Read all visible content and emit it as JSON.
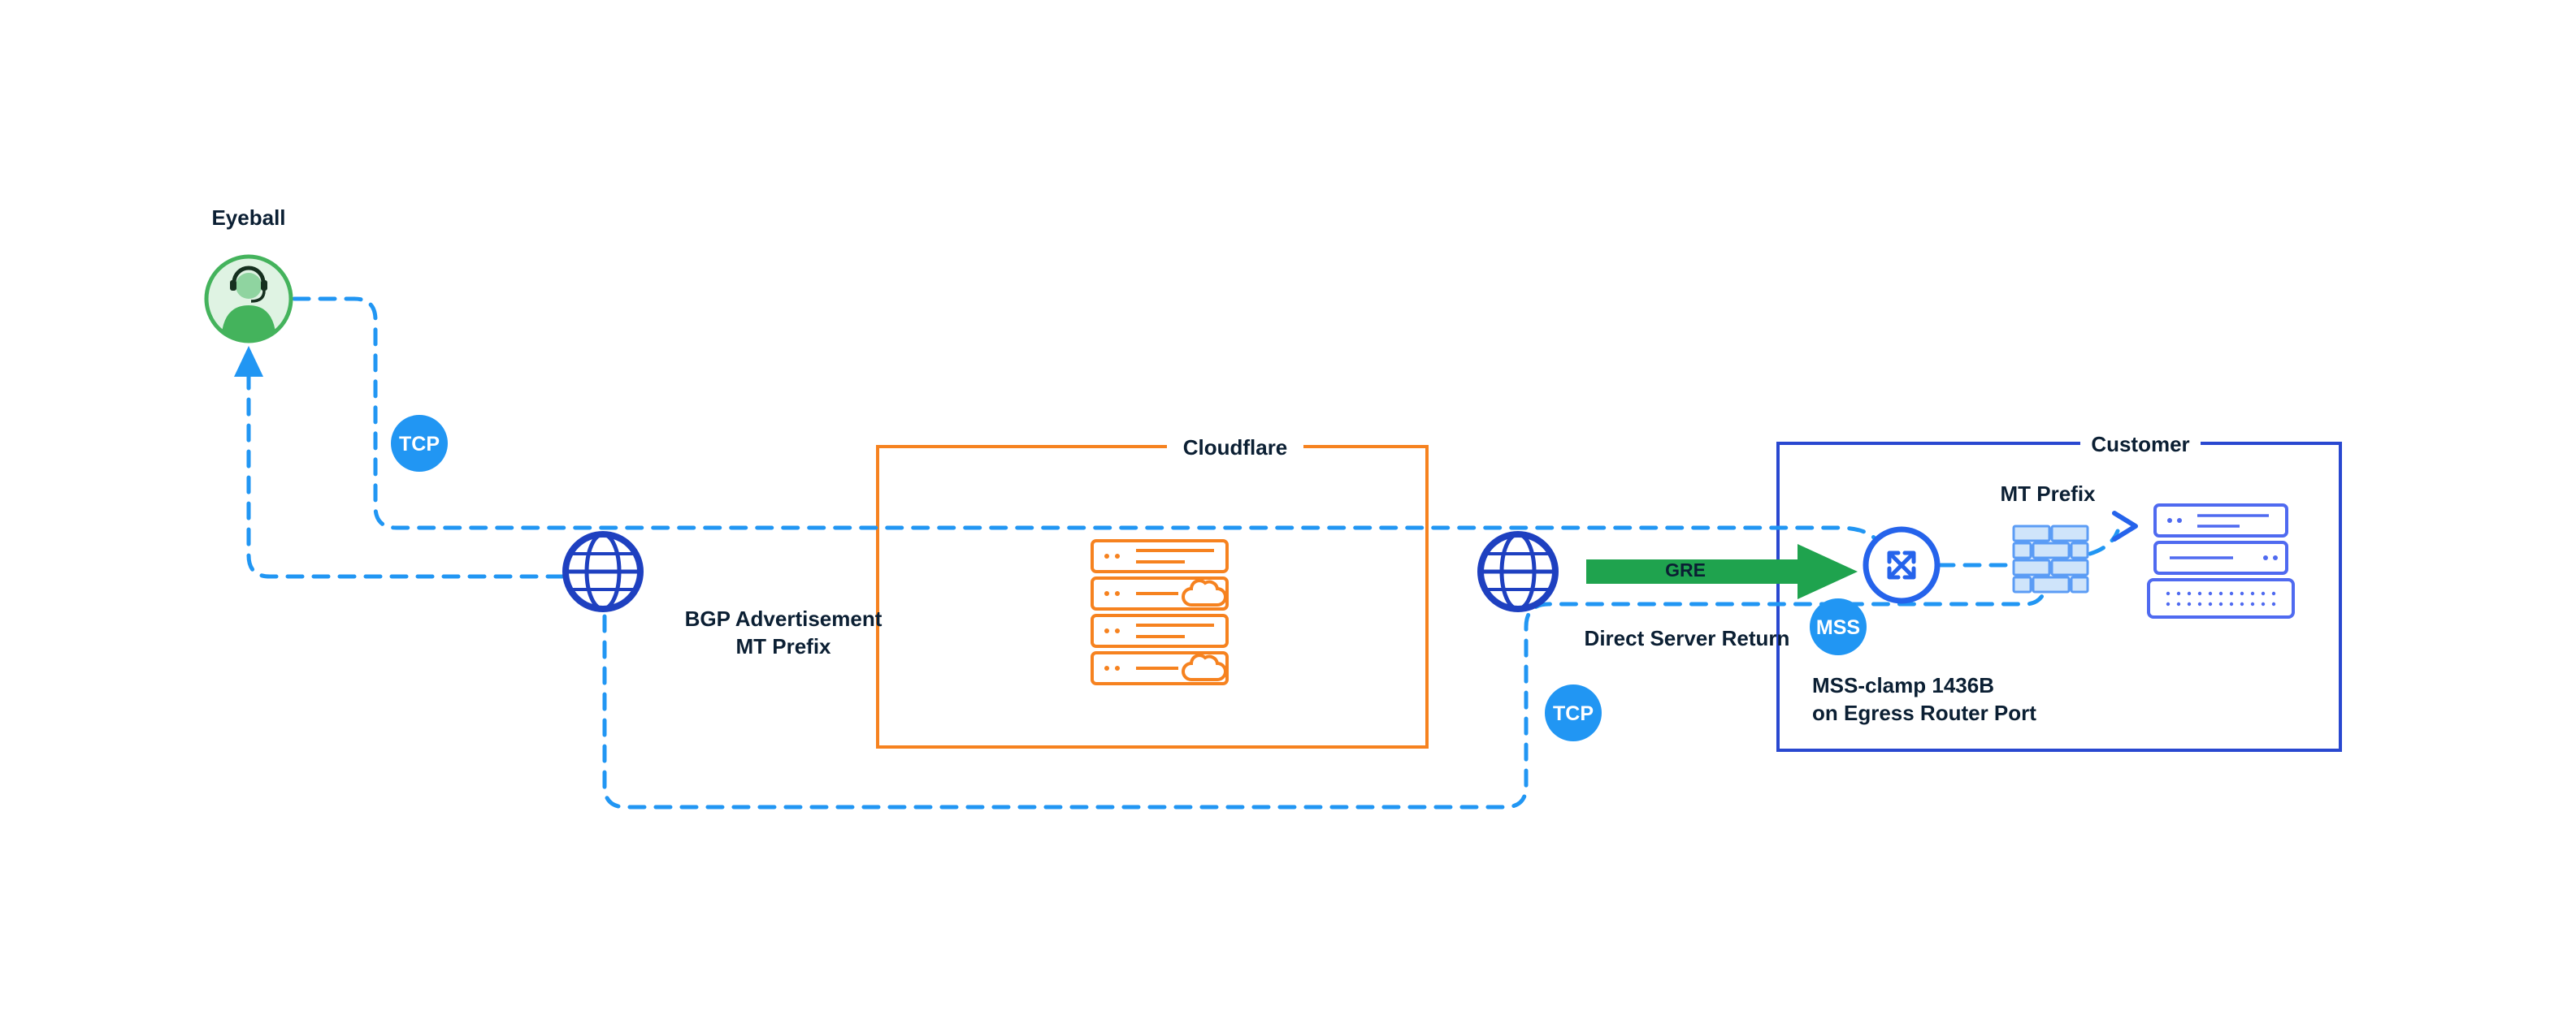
{
  "diagram": {
    "labels": {
      "eyeball": "Eyeball",
      "tcp_upper": "TCP",
      "tcp_lower": "TCP",
      "mss_badge": "MSS",
      "cloudflare": "Cloudflare",
      "customer": "Customer",
      "bgp_line1": "BGP Advertisement",
      "bgp_line2": "MT Prefix",
      "gre": "GRE",
      "direct_server_return": "Direct Server Return",
      "customer_mt_prefix": "MT Prefix",
      "mss_clamp_line1": "MSS-clamp 1436B",
      "mss_clamp_line2": "on Egress Router Port"
    },
    "icons": {
      "avatar": "person-headset-icon",
      "internet_left": "globe-icon",
      "internet_right": "globe-icon",
      "cloudflare_servers": "server-stack-icon",
      "router": "router-icon",
      "firewall": "firewall-icon",
      "customer_servers": "server-stack-icon",
      "gre_arrow": "green-arrow-icon",
      "return_arrow": "up-arrow-icon"
    },
    "colors": {
      "flow_blue": "#2196F3",
      "globe_blue": "#1E40C0",
      "cloudflare_orange": "#F6821F",
      "customer_border_blue": "#2948D0",
      "icon_blue": "#2563EB",
      "gre_green": "#1FA34E",
      "avatar_green": "#44B35C",
      "text_dark": "#0B1F33"
    }
  }
}
